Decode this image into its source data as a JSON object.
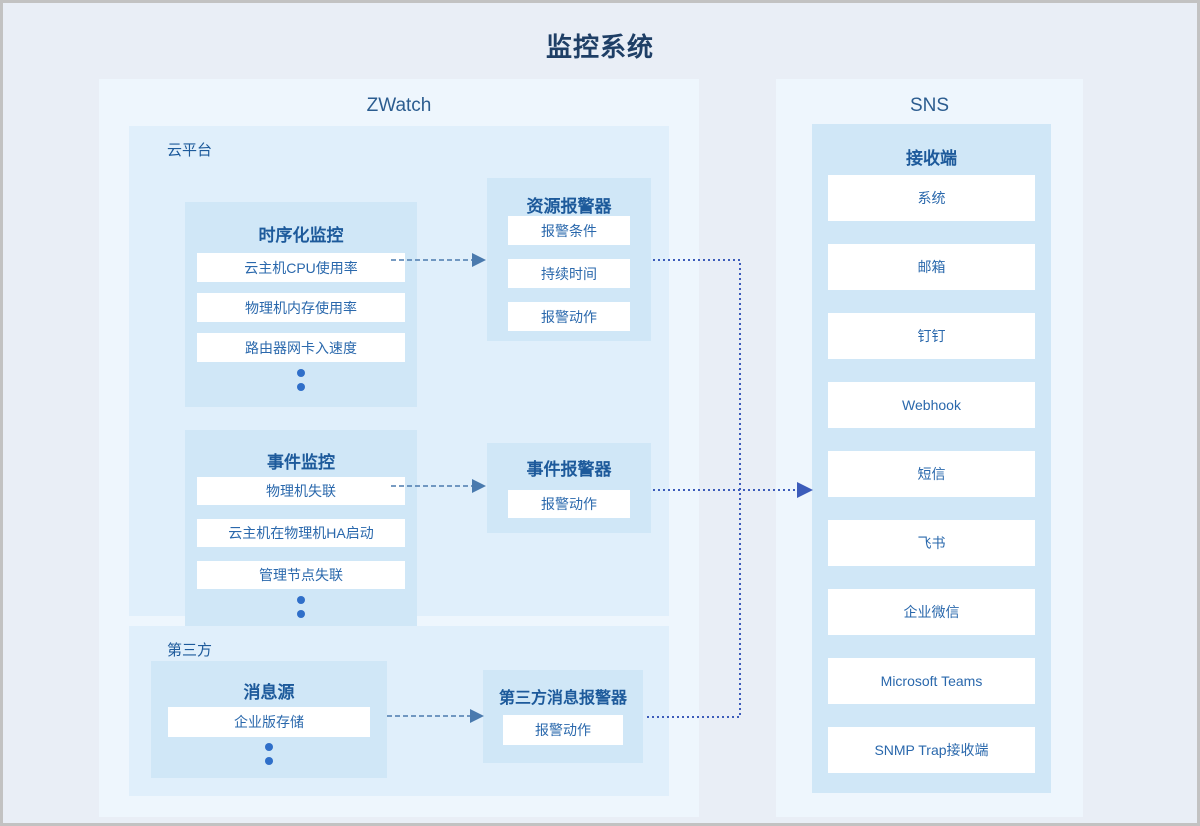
{
  "title": "监控系统",
  "zwatch": {
    "title": "ZWatch",
    "cloud": {
      "label": "云平台",
      "ts_monitor": {
        "title": "时序化监控",
        "items": [
          "云主机CPU使用率",
          "物理机内存使用率",
          "路由器网卡入速度"
        ],
        "ellipsis": "more-items"
      },
      "event_monitor": {
        "title": "事件监控",
        "items": [
          "物理机失联",
          "云主机在物理机HA启动",
          "管理节点失联"
        ],
        "ellipsis": "more-items"
      }
    },
    "resource_alarm": {
      "title": "资源报警器",
      "items": [
        "报警条件",
        "持续时间",
        "报警动作"
      ]
    },
    "event_alarm": {
      "title": "事件报警器",
      "items": [
        "报警动作"
      ]
    },
    "third_party": {
      "label": "第三方",
      "message_source": {
        "title": "消息源",
        "items": [
          "企业版存储"
        ],
        "ellipsis": "more-items"
      }
    },
    "third_party_alarm": {
      "title": "第三方消息报警器",
      "items": [
        "报警动作"
      ]
    }
  },
  "sns": {
    "title": "SNS",
    "receiver": {
      "title": "接收端",
      "items": [
        "系统",
        "邮箱",
        "钉钉",
        "Webhook",
        "短信",
        "飞书",
        "企业微信",
        "Microsoft Teams",
        "SNMP Trap接收端"
      ]
    }
  },
  "connections": [
    {
      "from": "ts_monitor",
      "to": "resource_alarm",
      "style": "dashed-arrow"
    },
    {
      "from": "event_monitor",
      "to": "event_alarm",
      "style": "dashed-arrow"
    },
    {
      "from": "message_source",
      "to": "third_party_alarm",
      "style": "dashed-arrow"
    },
    {
      "from": "resource_alarm,event_alarm,third_party_alarm",
      "to": "receiver",
      "style": "dotted-arrow"
    }
  ],
  "colors": {
    "canvas_bg": "#e9eef6",
    "panel_bg": "#eef6fd",
    "container_bg": "#e0effb",
    "card_bg": "#d0e7f7",
    "item_bg": "#ffffff",
    "title_text": "#1f3f66",
    "label_text": "#1d5a9b",
    "item_text": "#2a68ac",
    "dashed_arrow": "#4a7aae",
    "dotted_line": "#3c5cba",
    "ellipsis_dot": "#2f6fc9"
  }
}
